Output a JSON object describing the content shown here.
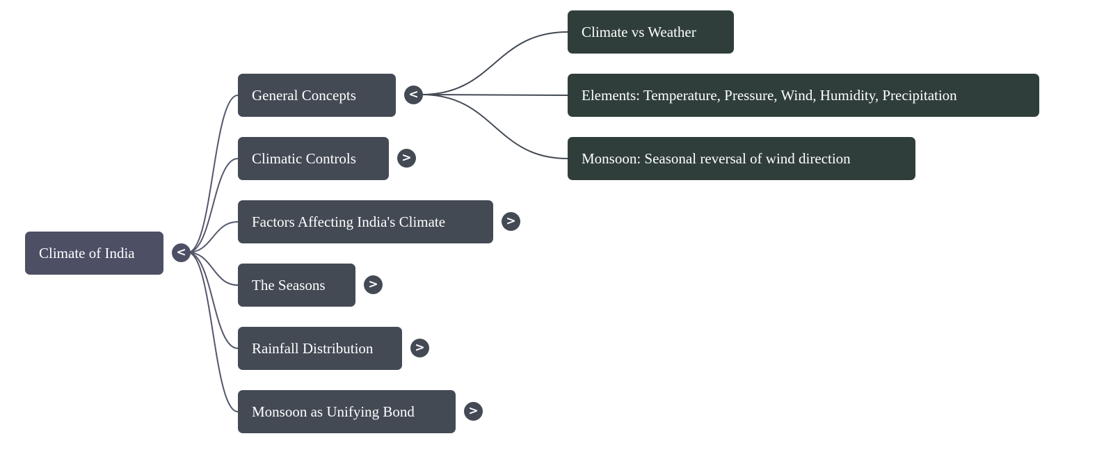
{
  "root": {
    "label": "Climate of India",
    "toggle": "<",
    "expanded": true
  },
  "children": [
    {
      "label": "General Concepts",
      "toggle": "<",
      "expanded": true,
      "children": [
        {
          "label": "Climate vs Weather"
        },
        {
          "label": "Elements: Temperature, Pressure, Wind, Humidity, Precipitation"
        },
        {
          "label": "Monsoon: Seasonal reversal of wind direction"
        }
      ]
    },
    {
      "label": "Climatic Controls",
      "toggle": ">",
      "expanded": false
    },
    {
      "label": "Factors Affecting India's Climate",
      "toggle": ">",
      "expanded": false
    },
    {
      "label": "The Seasons",
      "toggle": ">",
      "expanded": false
    },
    {
      "label": "Rainfall Distribution",
      "toggle": ">",
      "expanded": false
    },
    {
      "label": "Monsoon as Unifying Bond",
      "toggle": ">",
      "expanded": false
    }
  ],
  "colors": {
    "root": "#4d4f65",
    "level1": "#434a54",
    "level2": "#2f3e3a",
    "edge_root": "#55566b",
    "edge_l1": "#434a54"
  }
}
